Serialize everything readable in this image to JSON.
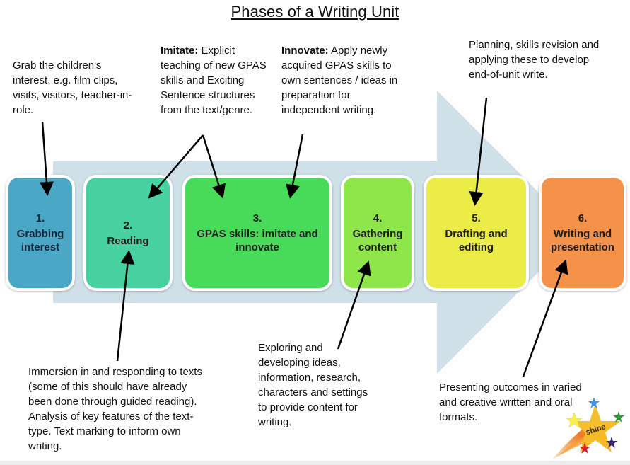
{
  "title": "Phases of a Writing Unit",
  "colors": {
    "arrow_background": "#cfe0e8",
    "phase_1": "#4aa8c6",
    "phase_2": "#48d1a0",
    "phase_3": "#48db5a",
    "phase_4": "#8ee64a",
    "phase_5": "#ecec46",
    "phase_6": "#f5924a",
    "connector": "#000000"
  },
  "phases": [
    {
      "number": "1.",
      "label": "Grabbing interest"
    },
    {
      "number": "2.",
      "label": "Reading"
    },
    {
      "number": "3.",
      "label": "GPAS skills: imitate and innovate"
    },
    {
      "number": "4.",
      "label": "Gathering content"
    },
    {
      "number": "5.",
      "label": "Drafting and editing"
    },
    {
      "number": "6.",
      "label": "Writing and presentation"
    }
  ],
  "notes": {
    "grabbing_interest": "Grab the children's interest, e.g. film clips, visits, visitors, teacher-in-role.",
    "imitate": {
      "label": "Imitate:",
      "text": " Explicit teaching of new GPAS skills and Exciting Sentence structures from the text/genre."
    },
    "innovate": {
      "label": "Innovate:",
      "text": " Apply newly acquired GPAS skills to own sentences / ideas in preparation for independent writing."
    },
    "drafting": "Planning, skills revision and applying these to develop end-of-unit write.",
    "reading": "Immersion in and responding to texts (some of this should have already been done through guided reading).  Analysis of key features of the text-type.  Text marking to inform own writing.",
    "gathering": "Exploring  and developing ideas, information, research, characters and settings to provide content for writing.",
    "presentation": "Presenting outcomes in varied and creative written and oral formats."
  },
  "logo": {
    "text": "shine",
    "icon": "shooting-star-logo"
  }
}
